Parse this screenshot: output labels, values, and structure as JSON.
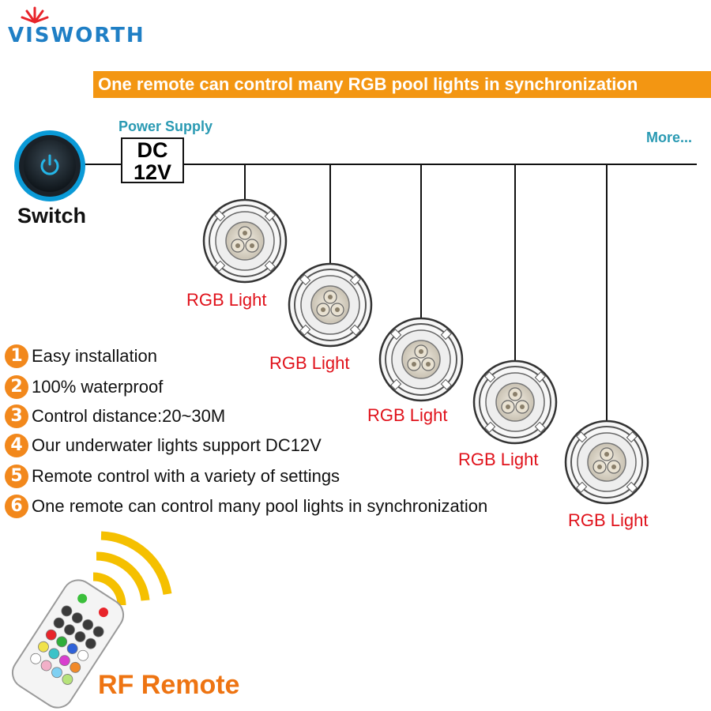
{
  "brand": {
    "name": "VISWORTH",
    "logo_icon": "sun-rays-icon",
    "color": "#1f7fc5"
  },
  "banner": {
    "text": "One remote can control many RGB pool lights in synchronization",
    "color": "#f39612"
  },
  "power_supply": {
    "label": "Power Supply",
    "line1": "DC",
    "line2": "12V"
  },
  "more_label": "More...",
  "switch": {
    "label": "Switch",
    "icon": "power-icon"
  },
  "lights": [
    {
      "label": "RGB Light"
    },
    {
      "label": "RGB Light"
    },
    {
      "label": "RGB Light"
    },
    {
      "label": "RGB Light"
    },
    {
      "label": "RGB Light"
    }
  ],
  "features": [
    {
      "num": "1",
      "text": "Easy installation"
    },
    {
      "num": "2",
      "text": "100% waterproof"
    },
    {
      "num": "3",
      "text": "Control distance:20~30M"
    },
    {
      "num": "4",
      "text": "Our underwater lights support DC12V"
    },
    {
      "num": "5",
      "text": "Remote control with a variety of settings"
    },
    {
      "num": "6",
      "text": "One remote can control many pool lights in synchronization"
    }
  ],
  "remote": {
    "label": "RF Remote",
    "icon": "rf-remote-icon",
    "signal_icon": "wireless-signal-icon",
    "accent": "#ee7412"
  }
}
